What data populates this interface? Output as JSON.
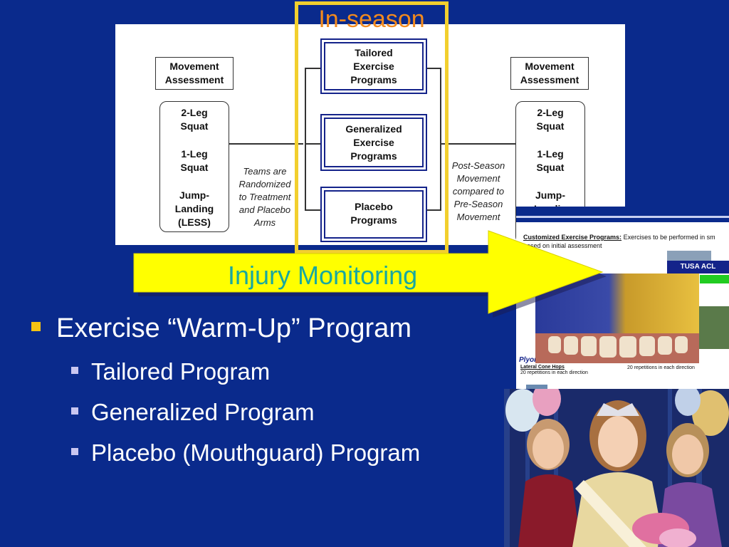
{
  "diagram": {
    "in_season_label": "In-season",
    "left_header": "Movement\nAssessment",
    "left_tests": [
      "2-Leg\nSquat",
      "1-Leg\nSquat",
      "Jump-\nLanding\n(LESS)"
    ],
    "randomized_note": "Teams are\nRandomized\nto Treatment\nand Placebo\nArms",
    "programs": [
      "Tailored\nExercise\nPrograms",
      "Generalized\nExercise\nPrograms",
      "Placebo\nPrograms"
    ],
    "post_season_note": "Post-Season\nMovement\ncompared to\nPre-Season\nMovement",
    "right_header": "Movement\nAssessment",
    "right_tests": [
      "2-Leg\nSquat",
      "1-Leg\nSquat",
      "Jump-\nLandin"
    ]
  },
  "injury_label": "Injury Monitoring",
  "bullets": {
    "main": "Exercise “Warm-Up” Program",
    "subs": [
      "Tailored Program",
      "Generalized Program",
      "Placebo (Mouthguard) Program"
    ]
  },
  "doc_thumbnail": {
    "heading": "Customized Exercise Programs:",
    "heading_rest": " Exercises to be performed in sm",
    "subheading": "based on initial assessment",
    "logo": "TUSA ACL",
    "section": "Plyor",
    "item1": "Lateral Cone Hops",
    "item1_detail": "20 repetitions in each direction",
    "item2_detail": "20 repetitions in each direction"
  },
  "colors": {
    "slide_bg": "#0a2a8c",
    "frame_yellow": "#f2cf2e",
    "in_season_orange": "#f28a1e",
    "arrow_fill": "#ffff00",
    "injury_text": "#18a8a0"
  }
}
